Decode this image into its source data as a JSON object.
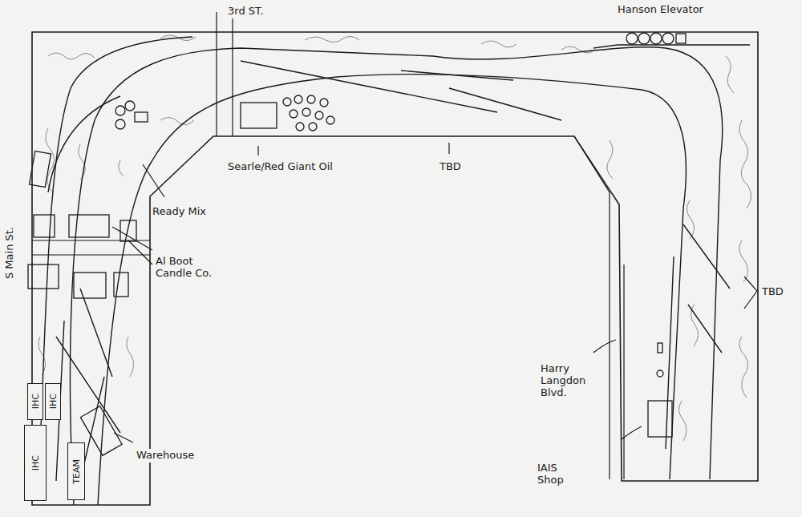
{
  "diagram": {
    "nodes": [
      {
        "text": [
          "IHC"
        ]
      },
      {
        "text": [
          "IHC"
        ]
      },
      {
        "text": [
          "IHC"
        ]
      },
      {
        "text": [
          "TEAM"
        ]
      }
    ],
    "labels": [
      "3rd ST.",
      "Hanson Elevator",
      "Searle/Red Giant Oil",
      "TBD",
      "Ready Mix",
      "S Main St.",
      "Al Boot Candle Co.",
      "TBD",
      "Harry Langdon Blvd.",
      "Warehouse",
      "IAIS Shop"
    ]
  }
}
